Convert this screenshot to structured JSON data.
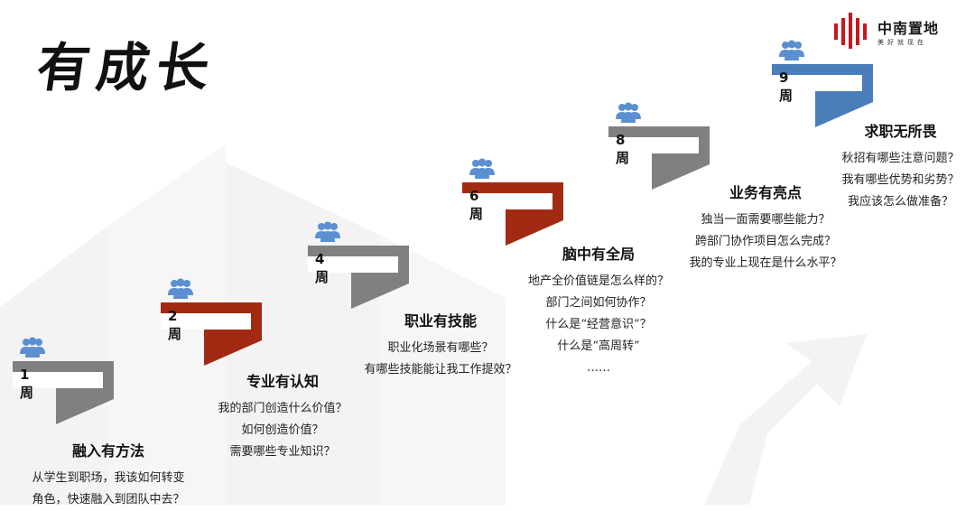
{
  "title": "有成长",
  "logo": {
    "name": "中南置地",
    "slogan": "美好就现在",
    "icon": "logo-bars-icon"
  },
  "colors": {
    "gray": "#808080",
    "red": "#a32a12",
    "blue": "#4a7ebb",
    "icon": "#5b8fd0",
    "watermark": "#f3f3f3"
  },
  "steps": [
    {
      "week": "1周",
      "color": "gray",
      "heading": "融入有方法",
      "lines": [
        "从学生到职场，我该如何转变",
        "角色，快速融入到团队中去？"
      ]
    },
    {
      "week": "2周",
      "color": "red",
      "heading": "专业有认知",
      "lines": [
        "我的部门创造什么价值？",
        "如何创造价值？",
        "需要哪些专业知识？"
      ]
    },
    {
      "week": "4周",
      "color": "gray",
      "heading": "职业有技能",
      "lines": [
        "职业化场景有哪些？",
        "有哪些技能能让我工作提效？"
      ]
    },
    {
      "week": "6周",
      "color": "red",
      "heading": "脑中有全局",
      "lines": [
        "地产全价值链是怎么样的？",
        "部门之间如何协作？",
        "什么是“经营意识”？",
        "什么是“高周转”",
        "……"
      ]
    },
    {
      "week": "8周",
      "color": "gray",
      "heading": "业务有亮点",
      "lines": [
        "独当一面需要哪些能力？",
        "跨部门协作项目怎么完成？",
        "我的专业上现在是什么水平？"
      ]
    },
    {
      "week": "9周",
      "color": "blue",
      "heading": "求职无所畏",
      "lines": [
        "秋招有哪些注意问题？",
        "我有哪些优势和劣势？",
        "我应该怎么做准备？"
      ]
    }
  ]
}
